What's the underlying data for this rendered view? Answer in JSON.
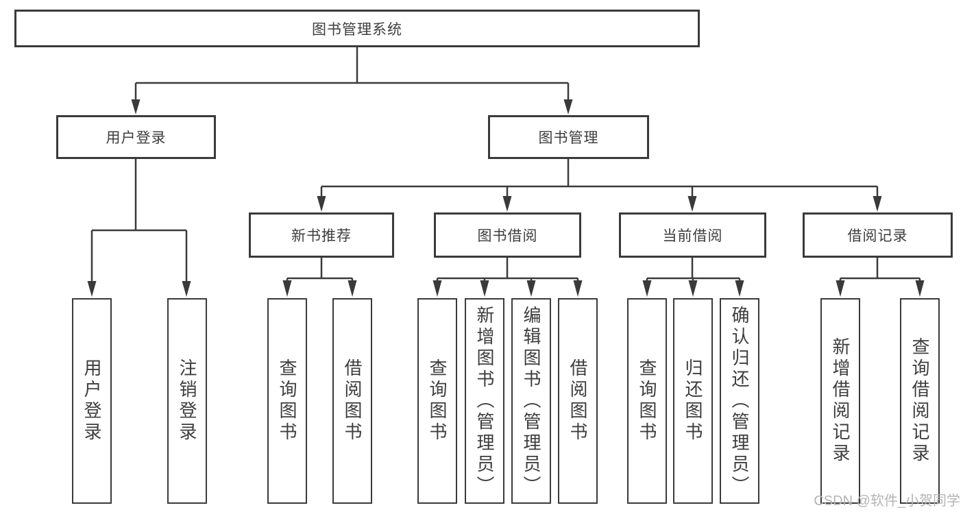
{
  "diagram": {
    "title": "图书管理系统",
    "level2": [
      {
        "label": "用户登录"
      },
      {
        "label": "图书管理"
      }
    ],
    "level3": [
      {
        "label": "新书推荐",
        "parent": "图书管理"
      },
      {
        "label": "图书借阅",
        "parent": "图书管理"
      },
      {
        "label": "当前借阅",
        "parent": "图书管理"
      },
      {
        "label": "借阅记录",
        "parent": "图书管理"
      }
    ],
    "leaves": [
      {
        "label": "用户登录",
        "parent": "用户登录"
      },
      {
        "label": "注销登录",
        "parent": "用户登录"
      },
      {
        "label": "查询图书",
        "parent": "新书推荐"
      },
      {
        "label": "借阅图书",
        "parent": "新书推荐"
      },
      {
        "label": "查询图书",
        "parent": "图书借阅"
      },
      {
        "label": "新增图书（管理员）",
        "parent": "图书借阅"
      },
      {
        "label": "编辑图书（管理员）",
        "parent": "图书借阅"
      },
      {
        "label": "借阅图书",
        "parent": "图书借阅"
      },
      {
        "label": "查询图书",
        "parent": "当前借阅"
      },
      {
        "label": "归还图书",
        "parent": "当前借阅"
      },
      {
        "label": "确认归还（管理员）",
        "parent": "当前借阅"
      },
      {
        "label": "新增借阅记录",
        "parent": "借阅记录"
      },
      {
        "label": "查询借阅记录",
        "parent": "借阅记录"
      }
    ]
  },
  "watermark": "CSDN @软件_小贺同学",
  "colors": {
    "line": "#3a3a3a",
    "box_border": "#3a3a3a",
    "text": "#3d3d3d",
    "watermark": "#b4b4b4",
    "background": "#ffffff"
  }
}
